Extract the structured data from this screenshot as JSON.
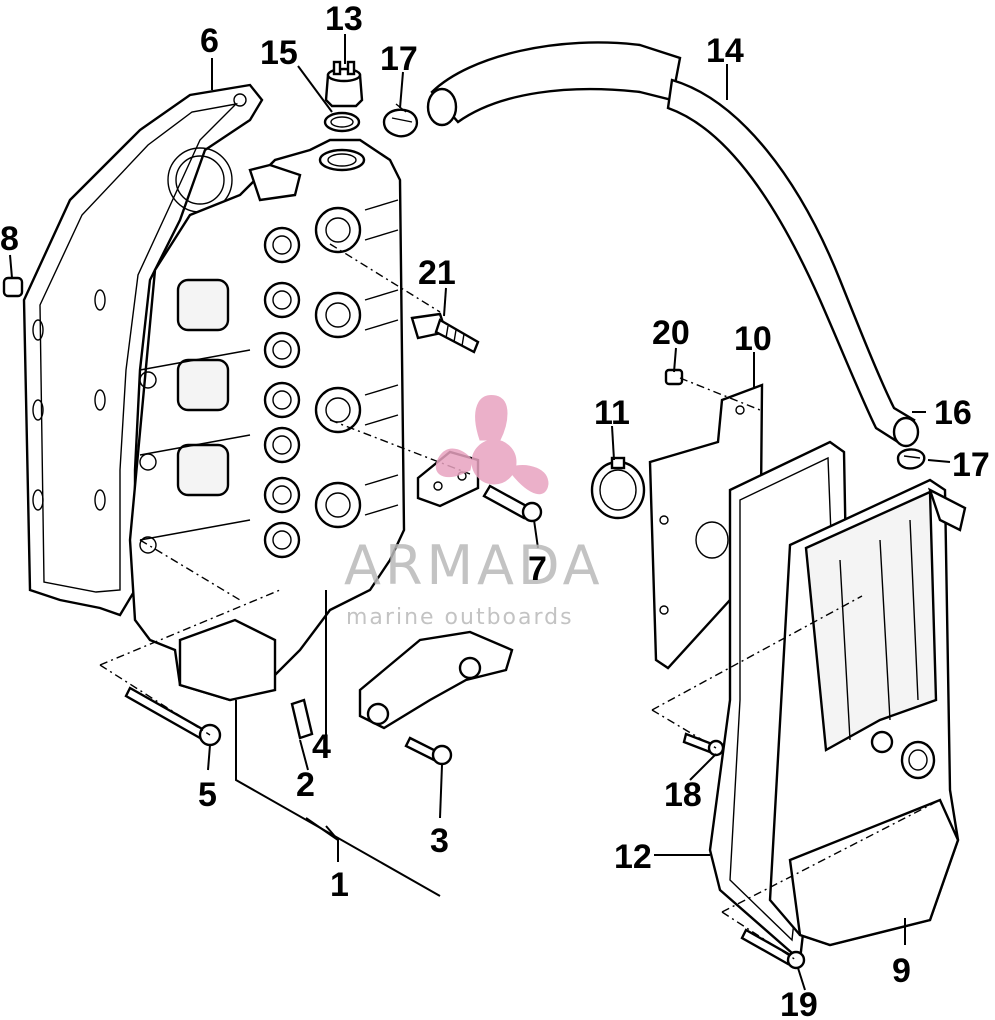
{
  "callouts": {
    "c1": "1",
    "c2": "2",
    "c3": "3",
    "c4": "4",
    "c5": "5",
    "c6": "6",
    "c7": "7",
    "c8": "8",
    "c9": "9",
    "c10": "10",
    "c11": "11",
    "c12": "12",
    "c13": "13",
    "c14": "14",
    "c15": "15",
    "c16": "16",
    "c17a": "17",
    "c17b": "17",
    "c18": "18",
    "c19": "19",
    "c20": "20",
    "c21": "21"
  },
  "watermark": {
    "brand": "ARMADA",
    "tagline": "marine outboards",
    "accent_color": "#e8a3c0"
  }
}
